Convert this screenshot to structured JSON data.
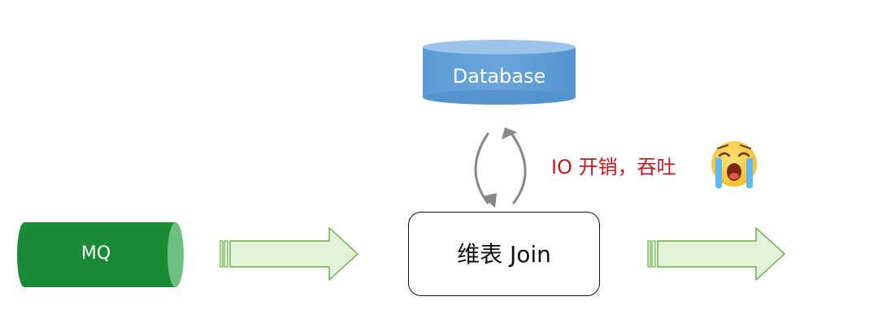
{
  "diagram": {
    "database": {
      "label": "Database",
      "color": "#5b9bd5"
    },
    "mq": {
      "label": "MQ",
      "color": "#1a8a34"
    },
    "join_box": {
      "label": "维表 Join"
    },
    "annotation": {
      "text": "IO 开销，吞吐",
      "color": "#c4171d",
      "emoji_icon": "crying-face-icon"
    },
    "flow_arrows": {
      "fill": "#e3f3da",
      "stroke": "#6aae4a"
    },
    "io_arrows": {
      "color": "#888888"
    }
  }
}
